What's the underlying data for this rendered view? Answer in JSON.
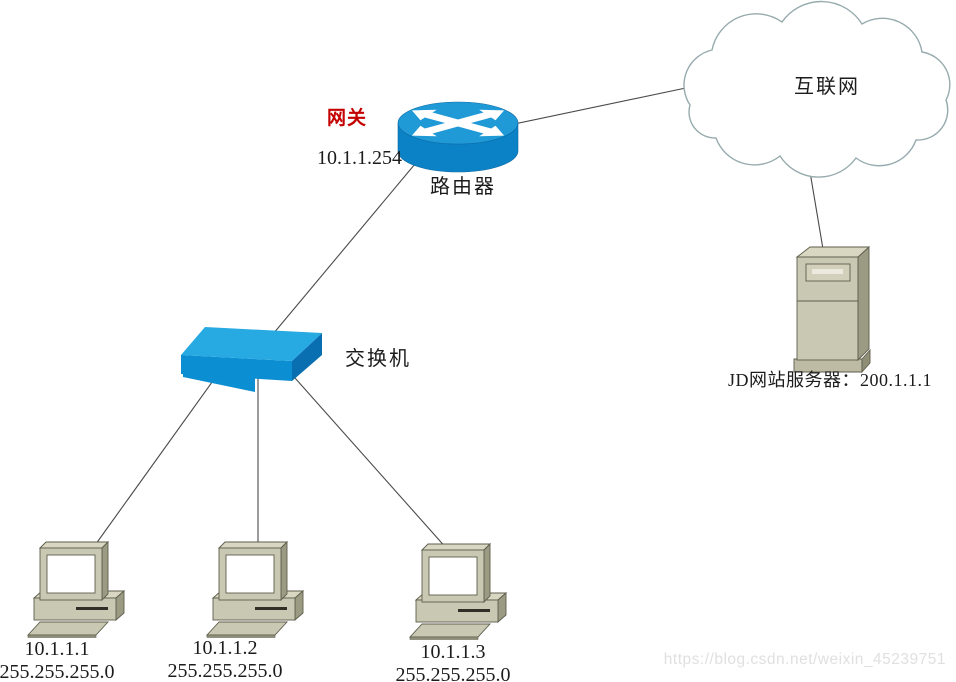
{
  "diagram": {
    "internet": {
      "label": "互联网"
    },
    "router": {
      "label": "路由器",
      "gateway_label": "网关",
      "gateway_ip": "10.1.1.254"
    },
    "switch": {
      "label": "交换机"
    },
    "server": {
      "label": "JD网站服务器：200.1.1.1"
    },
    "computers": [
      {
        "ip": "10.1.1.1",
        "mask": "255.255.255.0"
      },
      {
        "ip": "10.1.1.2",
        "mask": "255.255.255.0"
      },
      {
        "ip": "10.1.1.3",
        "mask": "255.255.255.0"
      }
    ],
    "watermark": "https://blog.csdn.net/weixin_45239751",
    "colors": {
      "router_top": "#1f9ad6",
      "router_side": "#0c82c6",
      "switch_top": "#27a9e2",
      "switch_front": "#0b8ed2",
      "switch_side": "#0a6fb0",
      "beige_face": "#c9c8b2",
      "beige_top": "#d9d7c2",
      "beige_side": "#9b9a83",
      "outline": "#5e5e4e",
      "line": "#4a4a4a",
      "cloud_stroke": "#97abae",
      "gateway_red": "#c40000"
    }
  }
}
